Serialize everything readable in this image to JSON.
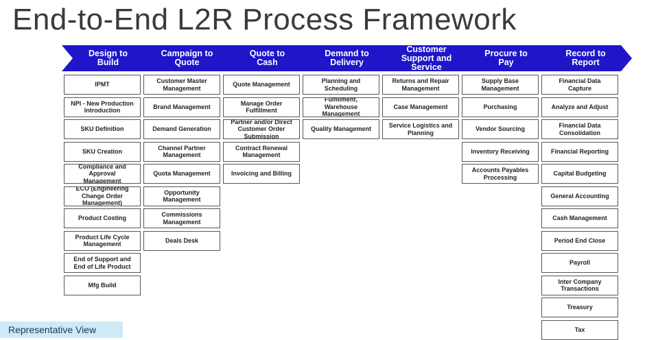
{
  "title": "End-to-End L2R Process Framework",
  "footer_label": "Representative View",
  "colors": {
    "chevron_blue": "#1f15c9",
    "footer_bg": "#cfe9f7"
  },
  "columns": [
    {
      "header": "Design to\nBuild",
      "items": [
        "IPMT",
        "NPI - New Production\nIntroduction",
        "SKU Definition",
        "SKU Creation",
        "Compliance and\nApproval\nManagement",
        "ECO (Engineering\nChange Order\nManagement)",
        "Product Costing",
        "Product Life Cycle\nManagement",
        "End of Support and\nEnd of Life Product",
        "Mfg Build"
      ]
    },
    {
      "header": "Campaign to\nQuote",
      "items": [
        "Customer Master\nManagement",
        "Brand Management",
        "Demand Generation",
        "Channel Partner\nManagement",
        "Quota Management",
        "Opportunity\nManagement",
        "Commissions\nManagement",
        "Deals Desk"
      ]
    },
    {
      "header": "Quote to\nCash",
      "items": [
        "Quote Management",
        "Manage Order\nFulfillment",
        "Partner and/or Direct\nCustomer Order\nSubmission",
        "Contract Renewal\nManagement",
        "Invoicing and Billing"
      ]
    },
    {
      "header": "Demand to\nDelivery",
      "items": [
        "Planning and\nScheduling",
        "Fulfillment,\nWarehouse\nManagement",
        "Quality Management"
      ]
    },
    {
      "header": "Customer\nSupport and\nService",
      "items": [
        "Returns and Repair\nManagement",
        "Case Management",
        "Service Logistics and\nPlanning"
      ]
    },
    {
      "header": "Procure to\nPay",
      "items": [
        "Supply Base\nManagement",
        "Purchasing",
        "Vendor Sourcing",
        "Inventory Receiving",
        "Accounts Payables\nProcessing"
      ]
    },
    {
      "header": "Record to\nReport",
      "items": [
        "Financial Data\nCapture",
        "Analyze and Adjust",
        "Financial Data\nConsolidation",
        "Financial Reporting",
        "Capital Budgeting",
        "General Accounting",
        "Cash Management",
        "Period End Close",
        "Payroll",
        "Inter Company\nTransactions",
        "Treasury",
        "Tax"
      ]
    }
  ]
}
